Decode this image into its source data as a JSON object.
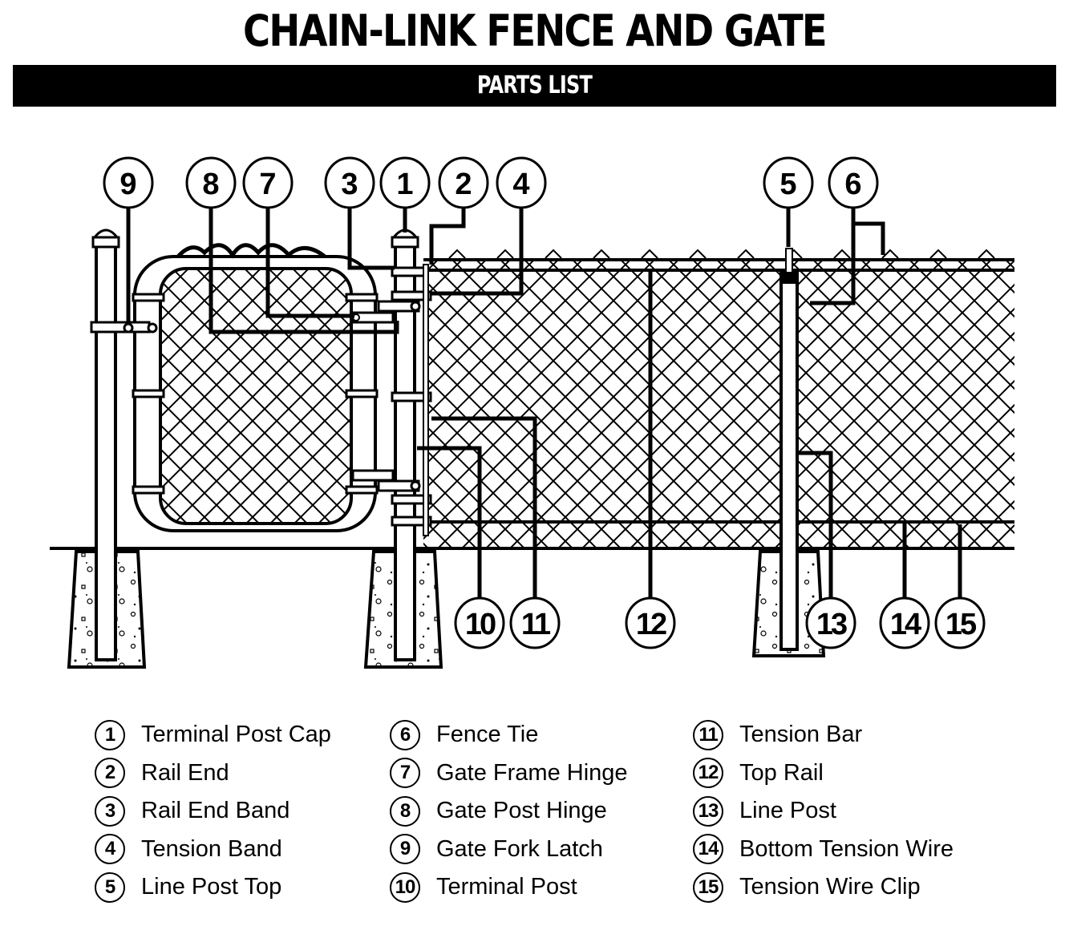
{
  "header": {
    "title": "CHAIN-LINK FENCE AND GATE",
    "subtitle": "PARTS LIST"
  },
  "colors": {
    "ink": "#000000",
    "paper": "#ffffff"
  },
  "callouts": [
    {
      "num": "9"
    },
    {
      "num": "8"
    },
    {
      "num": "7"
    },
    {
      "num": "3"
    },
    {
      "num": "1"
    },
    {
      "num": "2"
    },
    {
      "num": "4"
    },
    {
      "num": "5"
    },
    {
      "num": "6"
    },
    {
      "num": "10"
    },
    {
      "num": "11"
    },
    {
      "num": "12"
    },
    {
      "num": "13"
    },
    {
      "num": "14"
    },
    {
      "num": "15"
    }
  ],
  "parts": [
    {
      "num": "1",
      "label": "Terminal Post Cap"
    },
    {
      "num": "2",
      "label": "Rail End"
    },
    {
      "num": "3",
      "label": "Rail End Band"
    },
    {
      "num": "4",
      "label": "Tension Band"
    },
    {
      "num": "5",
      "label": "Line Post Top"
    },
    {
      "num": "6",
      "label": "Fence Tie"
    },
    {
      "num": "7",
      "label": "Gate Frame Hinge"
    },
    {
      "num": "8",
      "label": "Gate Post Hinge"
    },
    {
      "num": "9",
      "label": "Gate Fork Latch"
    },
    {
      "num": "10",
      "label": "Terminal Post"
    },
    {
      "num": "11",
      "label": "Tension Bar"
    },
    {
      "num": "12",
      "label": "Top Rail"
    },
    {
      "num": "13",
      "label": "Line Post"
    },
    {
      "num": "14",
      "label": "Bottom Tension Wire"
    },
    {
      "num": "15",
      "label": "Tension Wire Clip"
    }
  ]
}
